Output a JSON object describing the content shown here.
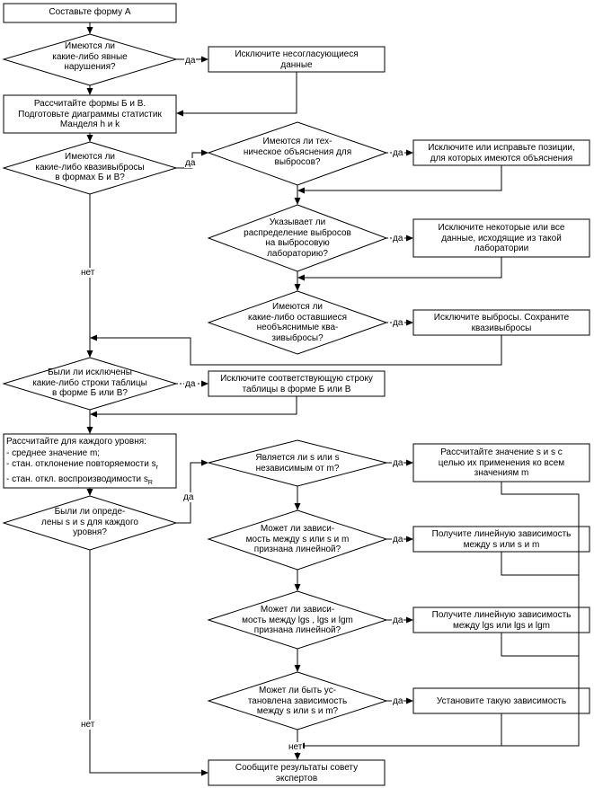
{
  "answers": {
    "yes": "да",
    "no": "нет"
  },
  "nodes": {
    "start": [
      "Составьте форму А"
    ],
    "q_violations": [
      "Имеются ли",
      "какие-либо явные",
      "нарушения?"
    ],
    "a_remove_inconsistent": [
      "Исключите несогласующиеся",
      "данные"
    ],
    "calc_forms": [
      "Рассчитайте формы Б и В.",
      "Подготовьте диаграммы статистик",
      "Манделя h и k"
    ],
    "q_quasi_outliers": [
      "Имеются ли",
      "какие-либо квазивыбросы",
      "в формах Б и В?"
    ],
    "q_tech_explanation": [
      "Имеются ли тех-",
      "ническое объяснения для",
      "выбросов?"
    ],
    "a_remove_or_fix": [
      "Исключите или исправьте позиции,",
      "для которых имеются объяснения"
    ],
    "q_distribution": [
      "Указывает ли",
      "распределение выбросов",
      "на выбросовую",
      "лабораторию?"
    ],
    "a_remove_lab_data": [
      "Исключите некоторые или все",
      "данные, исходящие из такой",
      "лаборатории"
    ],
    "q_remaining": [
      "Имеются ли",
      "какие-либо оставшиеся",
      "необъяснимые ква-",
      "зивыбросы?"
    ],
    "a_remove_outliers": [
      "Исключите выбросы. Сохраните",
      "квазивыбросы"
    ],
    "q_rows_removed": [
      "Были ли исключены",
      "какие-либо строки таблицы",
      "в форме Б или В?"
    ],
    "a_remove_row": [
      "Исключите соответствующую строку",
      "таблицы в форме Б или В"
    ],
    "calc_levels": [
      "Рассчитайте для каждого уровня:",
      "- среднее значение m;",
      "- стан. отклонение повторяемости s",
      "- стан. откл. воспроизводимости s"
    ],
    "q_determined": [
      "Были ли опреде-",
      "лены s и s   для каждого",
      "уровня?"
    ],
    "q_independent": [
      "Является ли s  или s",
      "независимым от m?"
    ],
    "a_calc_values": [
      "Рассчитайте значение s  и s  с",
      "целью их применения ко всем",
      "значениям m"
    ],
    "q_linear": [
      "Может ли зависи-",
      "мость между s  или s  и m",
      "признана линейной?"
    ],
    "a_linear": [
      "Получите линейную зависимость",
      "между s  или s  и m"
    ],
    "q_log_linear": [
      "Может ли зависи-",
      "мость между lgs , lgs  и lgm",
      "признана линейной?"
    ],
    "a_log_linear": [
      "Получите линейную зависимость",
      "между lgs  или lgs  и lgm"
    ],
    "q_relation": [
      "Может ли быть ус-",
      "тановлена зависимость",
      "между s  или s  и m?"
    ],
    "a_relation": [
      "Установите такую зависимость"
    ],
    "end": [
      "Сообщите результаты совету",
      "экспертов"
    ]
  }
}
